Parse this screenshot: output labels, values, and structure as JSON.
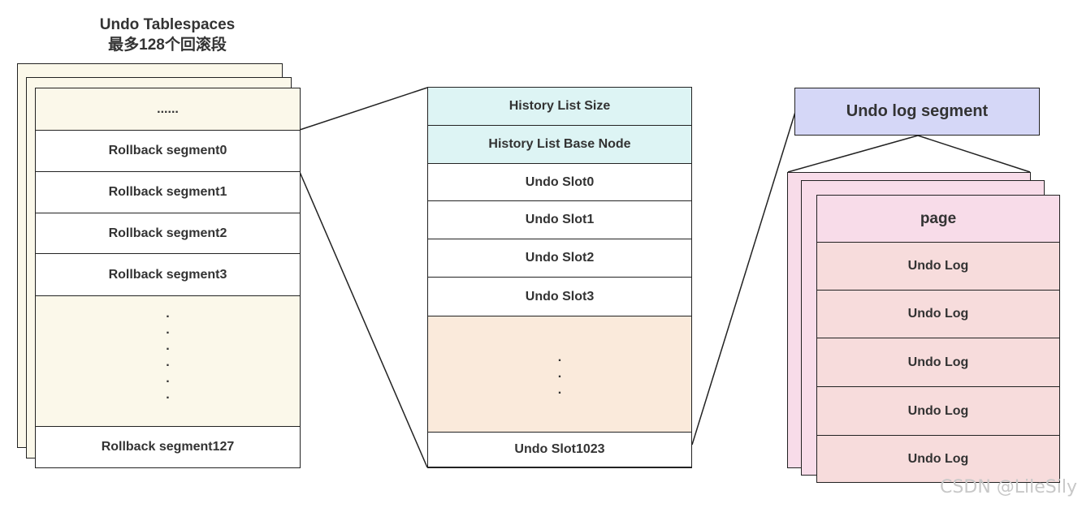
{
  "undo_tablespaces": {
    "title": "Undo Tablespaces",
    "subtitle": "最多128个回滚段",
    "top_ellipsis": "......",
    "rollback_segments": [
      "Rollback segment0",
      "Rollback segment1",
      "Rollback segment2",
      "Rollback segment3"
    ],
    "gap_dots": [
      ".",
      ".",
      ".",
      ".",
      ".",
      "."
    ],
    "last_segment": "Rollback segment127"
  },
  "rollback_segment_detail": {
    "header_rows": [
      "History List Size",
      "History List Base Node"
    ],
    "undo_slots": [
      "Undo Slot0",
      "Undo Slot1",
      "Undo Slot2",
      "Undo Slot3"
    ],
    "gap_dots": [
      ".",
      ".",
      "."
    ],
    "last_slot": "Undo Slot1023"
  },
  "undo_log_segment": {
    "title": "Undo log segment",
    "page_label": "page",
    "logs": [
      "Undo Log",
      "Undo Log",
      "Undo Log",
      "Undo Log",
      "Undo Log"
    ]
  },
  "watermark": "CSDN @LileSily",
  "colors": {
    "cream": "#fbf8ea",
    "teal": "#ddf4f4",
    "peach": "#faeadb",
    "lavender": "#d5d7f7",
    "pink": "#f8dce9",
    "log_pink": "#f7dcdc"
  }
}
